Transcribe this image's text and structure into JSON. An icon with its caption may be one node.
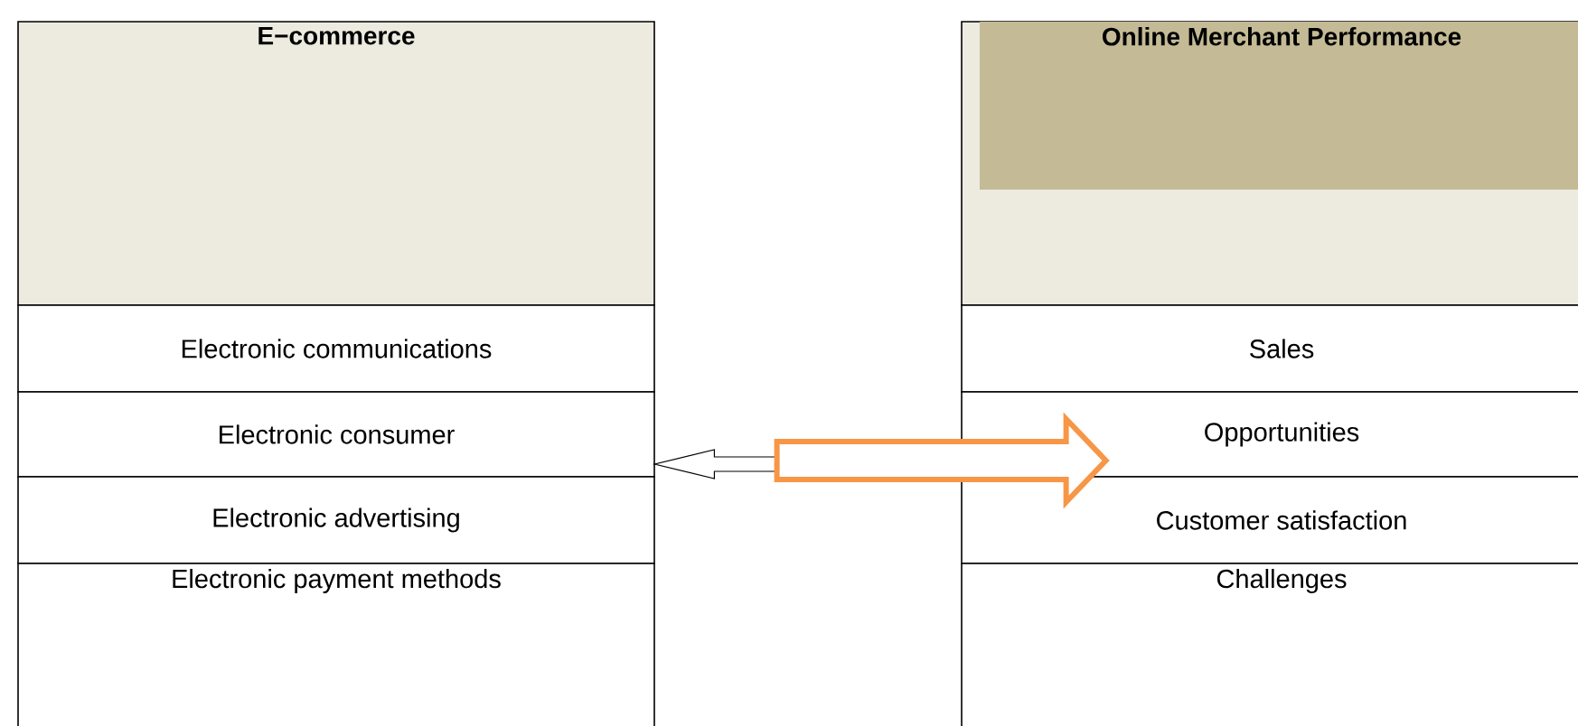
{
  "diagram": {
    "nodes": [
      {
        "text": [
          "E−commerce"
        ]
      },
      {
        "text": [
          "Electronic communications"
        ]
      },
      {
        "text": [
          "Electronic consumer"
        ]
      },
      {
        "text": [
          "Electronic advertising"
        ]
      },
      {
        "text": [
          "Electronic payment methods"
        ]
      },
      {
        "text": [
          "Online Merchant Performance"
        ]
      },
      {
        "text": [
          "Sales"
        ]
      },
      {
        "text": [
          "Opportunities"
        ]
      },
      {
        "text": [
          "Customer satisfaction"
        ]
      },
      {
        "text": [
          "Challenges"
        ]
      }
    ],
    "edges": [
      {
        "from": null,
        "to": 2,
        "arrow": "to"
      },
      {
        "from": null,
        "to": 7,
        "arrow": "to",
        "style": "thick",
        "color": "#f79646"
      }
    ]
  }
}
